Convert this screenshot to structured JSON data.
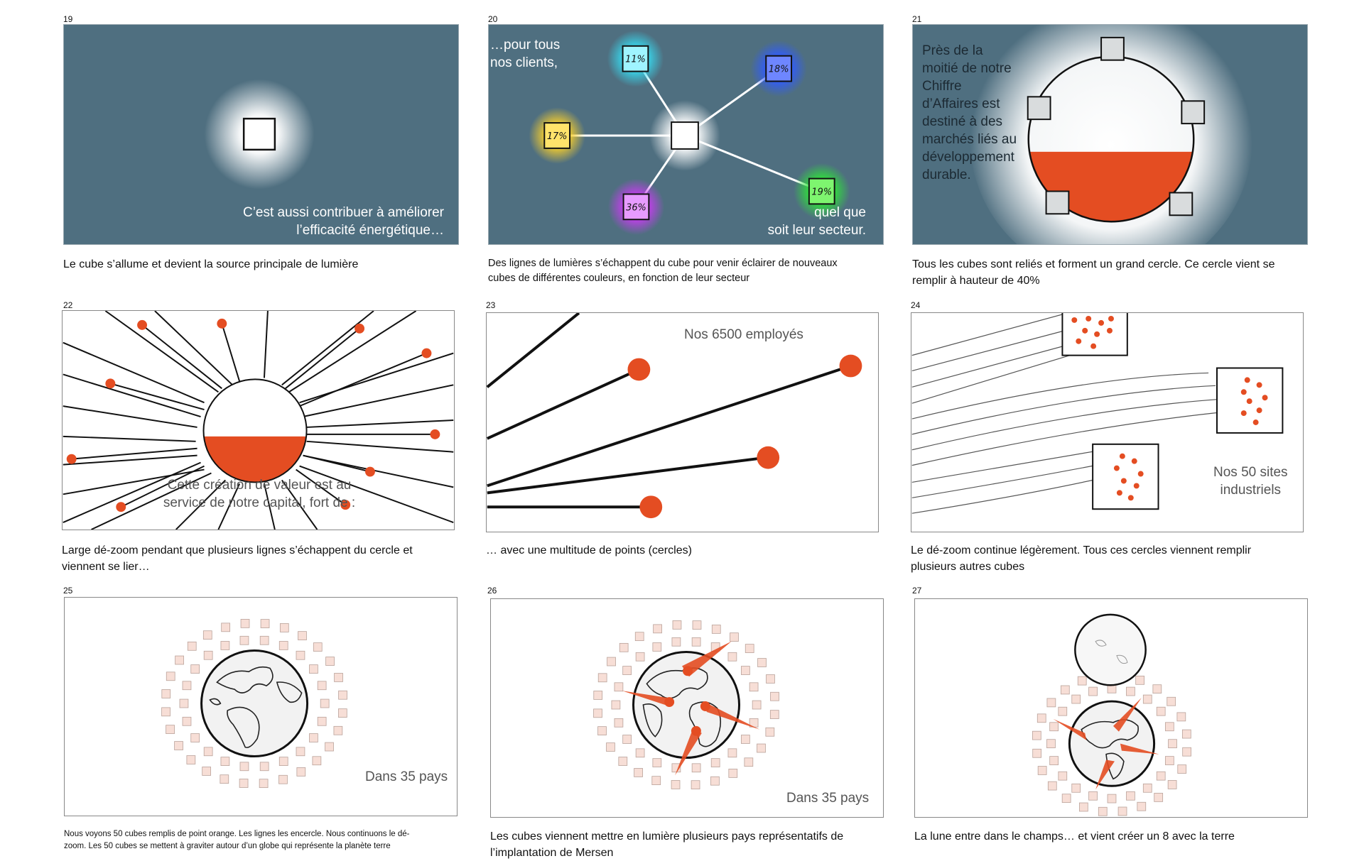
{
  "panels": [
    {
      "num": "19",
      "caption": "Le cube s’allume et devient la source principale de lumière",
      "texts": [
        "C’est aussi contribuer à améliorer",
        "l’efficacité énergétique…"
      ]
    },
    {
      "num": "20",
      "caption_lines": [
        "Des lignes de lumières s’échappent du cube pour venir éclairer de nouveaux",
        "cubes de différentes couleurs, en fonction de leur secteur"
      ],
      "texts": [
        "…pour tous",
        "nos clients,",
        "quel que",
        "soit leur secteur."
      ],
      "percentages": [
        "11%",
        "18%",
        "17%",
        "19%",
        "36%"
      ]
    },
    {
      "num": "21",
      "caption_lines": [
        "Tous les cubes sont reliés et forment un grand cercle. Ce cercle vient se",
        "remplir à hauteur de 40%"
      ],
      "texts": [
        "Près de la",
        "moitié de notre",
        "Chiffre",
        "d’Affaires est",
        "destiné à des",
        "marchés liés au",
        "développement",
        "durable."
      ]
    },
    {
      "num": "22",
      "caption_lines": [
        "Large dé-zoom pendant que plusieurs lignes s’échappent du cercle et",
        "viennent se lier…"
      ],
      "texts": [
        "Cette création de valeur est au",
        "service de notre capital, fort de :"
      ]
    },
    {
      "num": "23",
      "caption": "… avec une multitude de points (cercles)",
      "texts": [
        "Nos 6500 employés"
      ]
    },
    {
      "num": "24",
      "caption_lines": [
        "Le dé-zoom continue légèrement. Tous ces cercles viennent remplir",
        "plusieurs autres cubes"
      ],
      "texts": [
        "Nos 50 sites",
        "industriels"
      ]
    },
    {
      "num": "25",
      "caption_lines": [
        "Nous voyons 50 cubes remplis de point orange. Les lignes les encercle. Nous continuons le dé-",
        "zoom. Les 50 cubes se mettent à graviter autour d’un globe qui représente la planète terre"
      ],
      "texts": [
        "Dans 35 pays"
      ]
    },
    {
      "num": "26",
      "caption_lines": [
        "Les cubes viennent mettre en lumière plusieurs pays représentatifs de",
        "l’implantation de Mersen"
      ],
      "texts": [
        "Dans 35 pays"
      ]
    },
    {
      "num": "27",
      "caption": "La lune entre dans le champs… et vient créer un 8 avec la terre",
      "texts": []
    }
  ],
  "colors": {
    "panel_bg": "#4f6f80",
    "orange": "#e44d22",
    "ring_cube": "#f3c9bd"
  },
  "icons": [
    "cube-icon",
    "globe-icon",
    "moon-icon"
  ]
}
